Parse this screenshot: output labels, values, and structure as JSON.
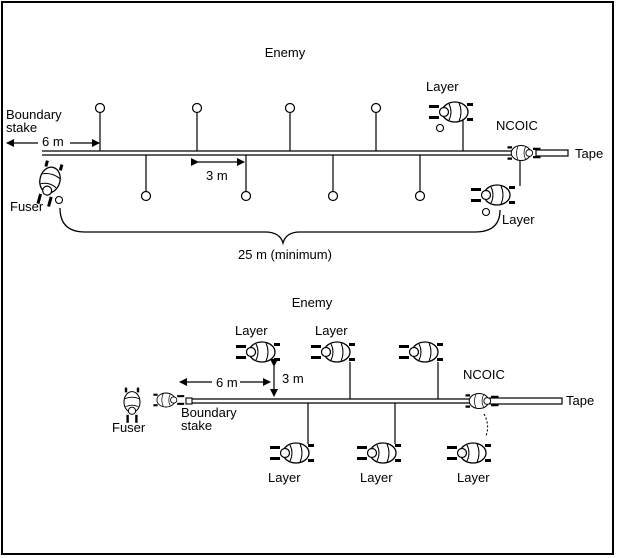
{
  "top": {
    "enemy": "Enemy",
    "boundary_stake": [
      "Boundary",
      "stake"
    ],
    "six_m": "6 m",
    "three_m": "3 m",
    "ncoic": "NCOIC",
    "tape": "Tape",
    "fuser": "Fuser",
    "layer_upper": "Layer",
    "layer_lower": "Layer",
    "minimum": "25 m (minimum)"
  },
  "bottom": {
    "enemy": "Enemy",
    "layers_top": [
      "Layer",
      "Layer"
    ],
    "six_m": "6 m",
    "three_m": "3 m",
    "ncoic": "NCOIC",
    "tape": "Tape",
    "fuser": "Fuser",
    "boundary_stake": [
      "Boundary",
      "stake"
    ],
    "layers_bottom": [
      "Layer",
      "Layer",
      "Layer"
    ]
  }
}
